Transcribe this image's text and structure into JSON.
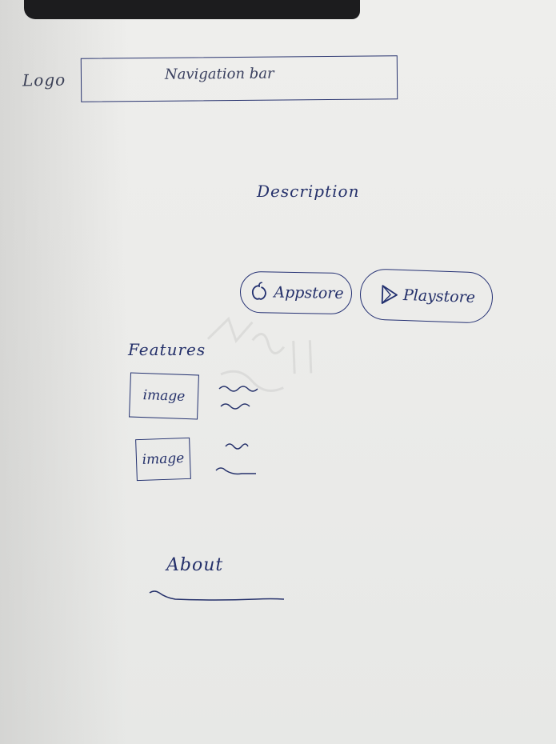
{
  "header": {
    "logo_text": "Logo",
    "navigation_text": "Navigation bar"
  },
  "hero": {
    "description_text": "Description",
    "appstore_label": "Appstore",
    "playstore_label": "Playstore",
    "appstore_icon": "apple-icon",
    "playstore_icon": "play-icon"
  },
  "features": {
    "title": "Features",
    "items": [
      {
        "image_label": "image"
      },
      {
        "image_label": "image"
      }
    ]
  },
  "about": {
    "title": "About"
  },
  "colors": {
    "ink": "#24306a",
    "paper": "#ececea"
  }
}
